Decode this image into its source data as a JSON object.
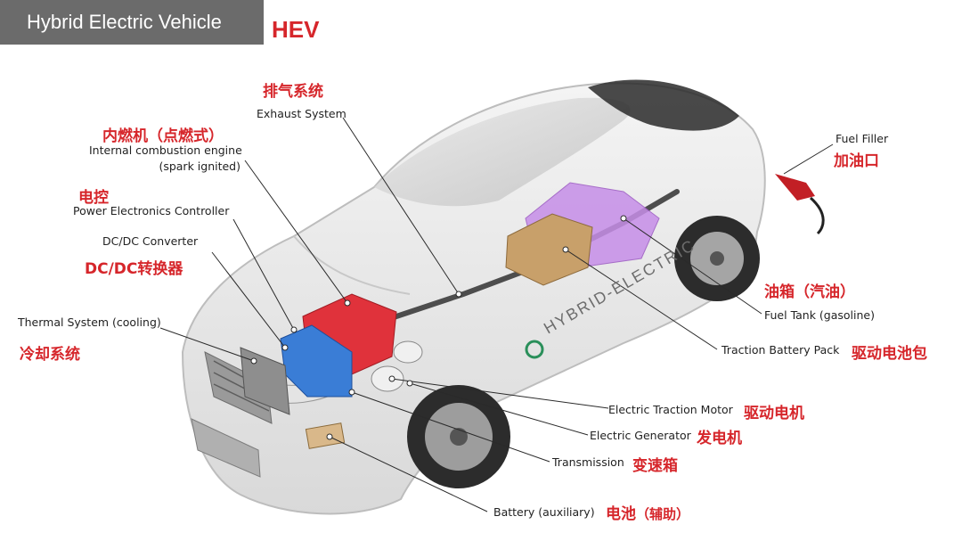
{
  "header": {
    "title": "Hybrid Electric Vehicle",
    "badge": "HEV"
  },
  "car_text": "HYBRID-ELECTRIC",
  "colors": {
    "accent": "#d6262b",
    "title_bg": "#6b6b6b"
  },
  "components": {
    "exhaust": {
      "en": "Exhaust System",
      "cn": "排气系统"
    },
    "engine": {
      "en": "Internal combustion engine",
      "en2": "(spark ignited)",
      "cn": "内燃机（点燃式）"
    },
    "pec": {
      "en": "Power Electronics Controller",
      "cn": "电控"
    },
    "dcdc": {
      "en": "DC/DC Converter",
      "cn": "DC/DC转换器"
    },
    "thermal": {
      "en": "Thermal System (cooling)",
      "cn": "冷却系统"
    },
    "filler": {
      "en": "Fuel Filler",
      "cn": "加油口"
    },
    "tank": {
      "en": "Fuel Tank (gasoline)",
      "cn": "油箱（汽油）"
    },
    "battery_pack": {
      "en": "Traction Battery Pack",
      "cn": "驱动电池包"
    },
    "motor": {
      "en": "Electric Traction Motor",
      "cn": "驱动电机"
    },
    "generator": {
      "en": "Electric Generator",
      "cn": "发电机"
    },
    "transmission": {
      "en": "Transmission",
      "cn": "变速箱"
    },
    "aux_battery": {
      "en": "Battery (auxiliary)",
      "cn": "电池",
      "cn2": "（辅助）"
    }
  }
}
